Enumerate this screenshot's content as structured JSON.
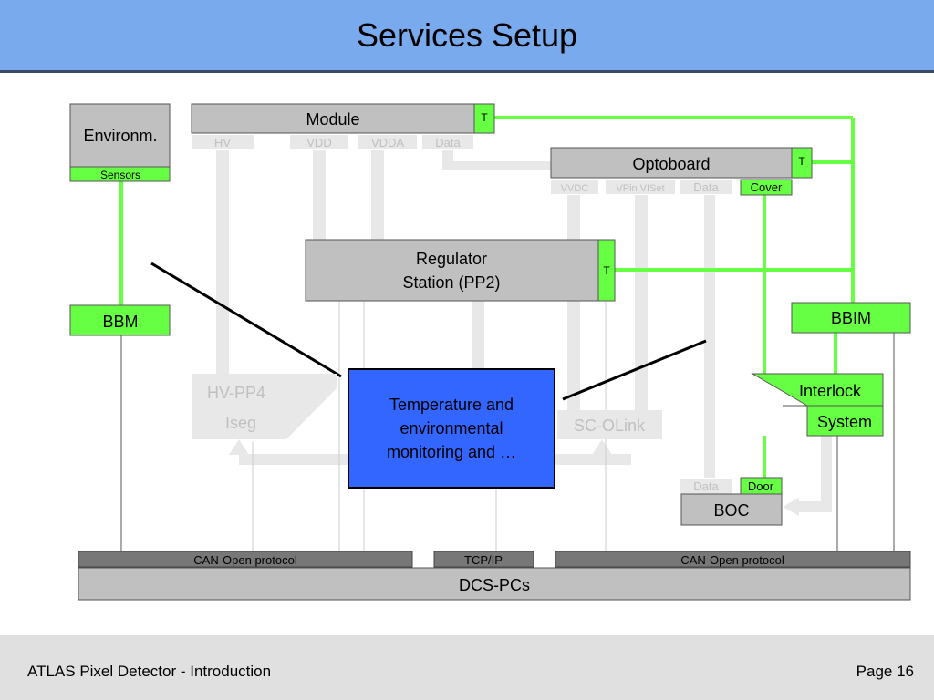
{
  "page_title": "Services Setup",
  "footer": {
    "left": "ATLAS Pixel Detector - Introduction",
    "right": "Page 16"
  },
  "blocks": {
    "environm": "Environm.",
    "sensors": "Sensors",
    "module": "Module",
    "module_t": "T",
    "opto": "Optoboard",
    "opto_t": "T",
    "regulator_1": "Regulator",
    "regulator_2": "Station (PP2)",
    "reg_t": "T",
    "bbm": "BBM",
    "bbim": "BBIM",
    "interlock_1": "Interlock",
    "interlock_2": "System",
    "hvpp4_1": "HV-PP4",
    "hvpp4_2": "Iseg",
    "temp_1": "Temperature and",
    "temp_2": "environmental",
    "temp_3": "monitoring and …",
    "scolink": "SC-OLink",
    "boc": "BOC",
    "cover": "Cover",
    "door": "Door",
    "dcs": "DCS-PCs",
    "can1": "CAN-Open protocol",
    "tcp": "TCP/IP",
    "can2": "CAN-Open protocol"
  },
  "small_labels": {
    "hv": "HV",
    "vdd": "VDD",
    "vdda": "VDDA",
    "data_module": "Data",
    "vvdc": "VVDC",
    "vpin": "VPin VISet",
    "data_opto": "Data",
    "data_boc": "Data"
  },
  "colors": {
    "header": "#7aaaee",
    "green": "#66ff44",
    "grey_box": "#c0c0c0",
    "light_grey": "#e8e8e8",
    "blue_box": "#3366ff",
    "dark_bar": "#777777"
  }
}
